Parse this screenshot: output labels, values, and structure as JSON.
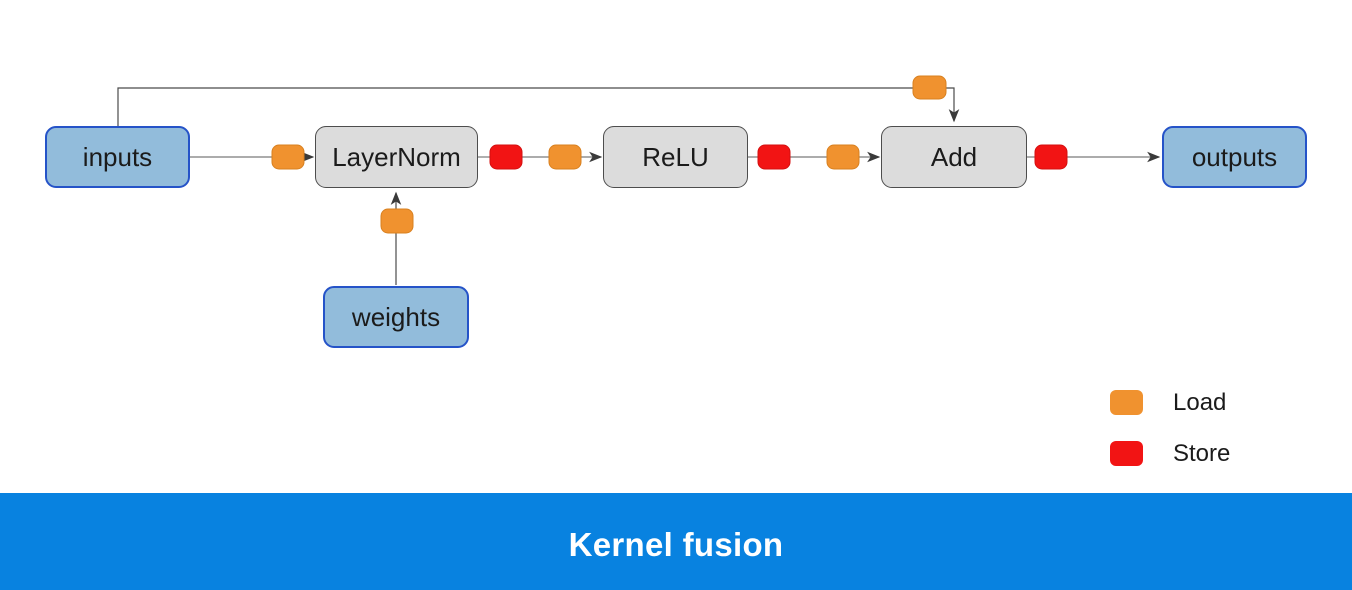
{
  "banner": {
    "title": "Kernel fusion"
  },
  "nodes": {
    "inputs": {
      "label": "inputs"
    },
    "layernorm": {
      "label": "LayerNorm"
    },
    "relu": {
      "label": "ReLU"
    },
    "add": {
      "label": "Add"
    },
    "outputs": {
      "label": "outputs"
    },
    "weights": {
      "label": "weights"
    }
  },
  "legend": {
    "load_label": "Load",
    "store_label": "Store"
  },
  "colors": {
    "load": "#F0922F",
    "store": "#F21414",
    "data_node_fill": "#92BCDB",
    "data_node_border": "#2553C8",
    "op_node_fill": "#DCDCDC",
    "op_node_border": "#4D4D4D",
    "banner_bg": "#0882E0",
    "banner_text": "#FFFFFF",
    "wire": "#7A7A7A"
  },
  "diagram": {
    "main_flow": [
      "inputs",
      "Load",
      "LayerNorm",
      "Store",
      "Load",
      "ReLU",
      "Store",
      "Load",
      "Add",
      "Store",
      "outputs"
    ],
    "skip_connection": "inputs → Load → Add",
    "weights_connection": "weights → Load → LayerNorm"
  }
}
